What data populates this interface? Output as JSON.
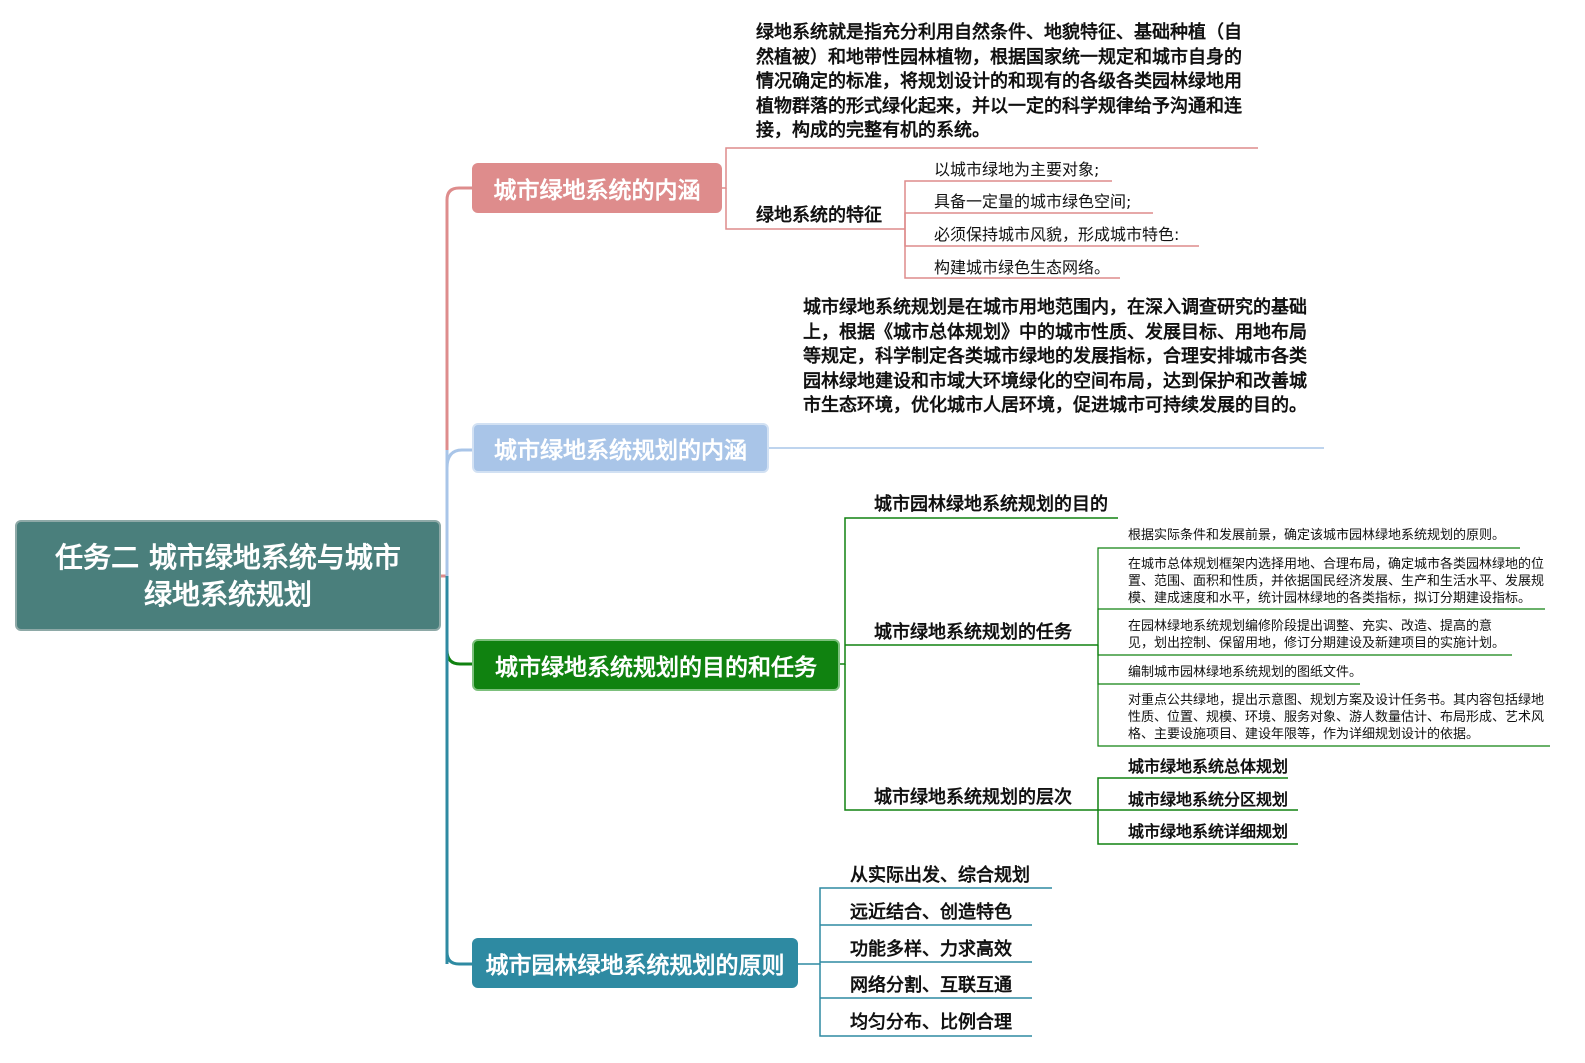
{
  "root": {
    "line1": "任务二 城市绿地系统与城市",
    "line2": "绿地系统规划"
  },
  "branch1": {
    "title": "城市绿地系统的内涵",
    "definition": "绿地系统就是指充分利用自然条件、地貌特征、基础种植（自然植被）和地带性园林植物，根据国家统一规定和城市自身的情况确定的标准，将规划设计的和现有的各级各类园林绿地用植物群落的形式绿化起来，并以一定的科学规律给予沟通和连接，构成的完整有机的系统。",
    "features_title": "绿地系统的特征",
    "features": [
      "以城市绿地为主要对象;",
      "具备一定量的城市绿色空间;",
      "必须保持城市风貌，形成城市特色:",
      "构建城市绿色生态网络。"
    ]
  },
  "branch2": {
    "title": "城市绿地系统规划的内涵",
    "definition": "城市绿地系统规划是在城市用地范围内，在深入调查研究的基础上，根据《城市总体规划》中的城市性质、发展目标、用地布局等规定，科学制定各类城市绿地的发展指标，合理安排城市各类园林绿地建设和市域大环境绿化的空间布局，达到保护和改善城市生态环境，优化城市人居环境，促进城市可持续发展的目的。"
  },
  "branch3": {
    "title": "城市绿地系统规划的目的和任务",
    "purpose": "城市园林绿地系统规划的目的",
    "tasks_title": "城市绿地系统规划的任务",
    "tasks": [
      "根据实际条件和发展前景，确定该城市园林绿地系统规划的原则。",
      "在城市总体规划框架内选择用地、合理布局，确定城市各类园林绿地的位置、范围、面积和性质，并依据国民经济发展、生产和生活水平、发展规模、建成速度和水平，统计园林绿地的各类指标，拟订分期建设指标。",
      "在园林绿地系统规划编修阶段提出调整、充实、改造、提高的意见，划出控制、保留用地，修订分期建设及新建项目的实施计划。",
      "编制城市园林绿地系统规划的图纸文件。",
      "对重点公共绿地，提出示意图、规划方案及设计任务书。其内容包括绿地性质、位置、规模、环境、服务对象、游人数量估计、布局形成、艺术风格、主要设施项目、建设年限等，作为详细规划设计的依据。"
    ],
    "levels_title": "城市绿地系统规划的层次",
    "levels": [
      "城市绿地系统总体规划",
      "城市绿地系统分区规划",
      "城市绿地系统详细规划"
    ]
  },
  "branch4": {
    "title": "城市园林绿地系统规划的原则",
    "principles": [
      "从实际出发、综合规划",
      "远近结合、创造特色",
      "功能多样、力求高效",
      "网络分割、互联互通",
      "均匀分布、比例合理"
    ]
  },
  "colors": {
    "root": "#4a7f7c",
    "b1": "#de8c8c",
    "b2": "#a9c5e8",
    "b3": "#108210",
    "b4": "#2e8aa2"
  }
}
